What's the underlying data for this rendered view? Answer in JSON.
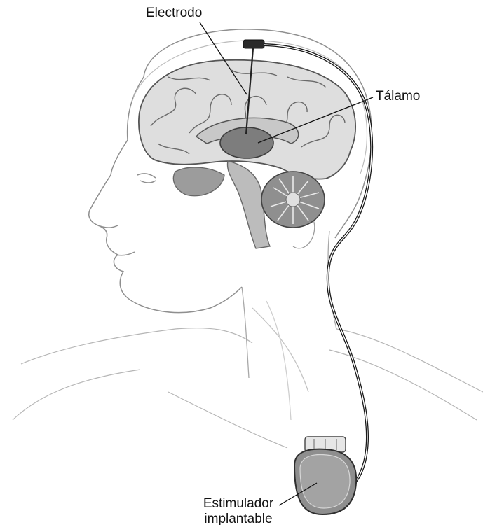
{
  "labels": {
    "electrode": "Electrodo",
    "thalamus": "Tálamo",
    "stimulator_line1": "Estimulador",
    "stimulator_line2": "implantable"
  },
  "colors": {
    "sketch_line": "#9a9a9a",
    "brain_fill": "#d9d9d9",
    "brain_dark": "#7a7a7a",
    "device_fill": "#8e8e8e",
    "lead_wire": "#1a1a1a",
    "callout_line": "#111111"
  }
}
